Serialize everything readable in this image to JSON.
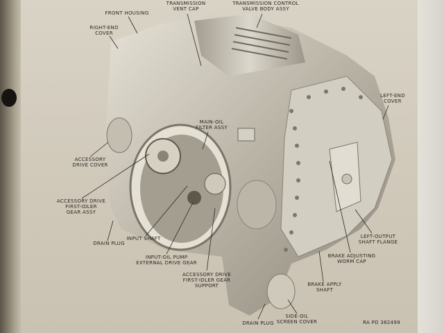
{
  "labels": {
    "vent_cap": [
      "TRANSMISSION",
      "VENT CAP"
    ],
    "control_valve": [
      "TRANSMISSION CONTROL",
      "VALVE BODY ASSY"
    ],
    "front_housing": "FRONT HOUSING",
    "right_end_cover": [
      "RIGHT-END",
      "COVER"
    ],
    "main_oil_filter": [
      "MAIN-OIL",
      "FILTER ASSY"
    ],
    "left_end_cover": [
      "LEFT-END",
      "COVER"
    ],
    "accessory_drive_cover": [
      "ACCESSORY",
      "DRIVE COVER"
    ],
    "idler_gear_assy": [
      "ACCESSORY DRIVE",
      "FIRST-IDLER",
      "GEAR ASSY"
    ],
    "drain_plug_left": "DRAIN PLUG",
    "input_shaft": "INPUT SHAFT",
    "input_oil_pump": [
      "INPUT-OIL PUMP",
      "EXTERNAL DRIVE GEAR"
    ],
    "idler_gear_support": [
      "ACCESSORY DRIVE",
      "FIRST-IDLER GEAR",
      "SUPPORT"
    ],
    "drain_plug_bottom": "DRAIN PLUG",
    "side_oil_screen": [
      "SIDE-OIL",
      "SCREEN COVER"
    ],
    "brake_apply_shaft": [
      "BRAKE APPLY",
      "SHAFT"
    ],
    "brake_worm_cap": [
      "BRAKE ADJUSTING",
      "WORM CAP"
    ],
    "left_output_flange": [
      "LEFT-OUTPUT",
      "SHAFT FLANGE"
    ]
  },
  "figure_id": "RA PD 382499"
}
